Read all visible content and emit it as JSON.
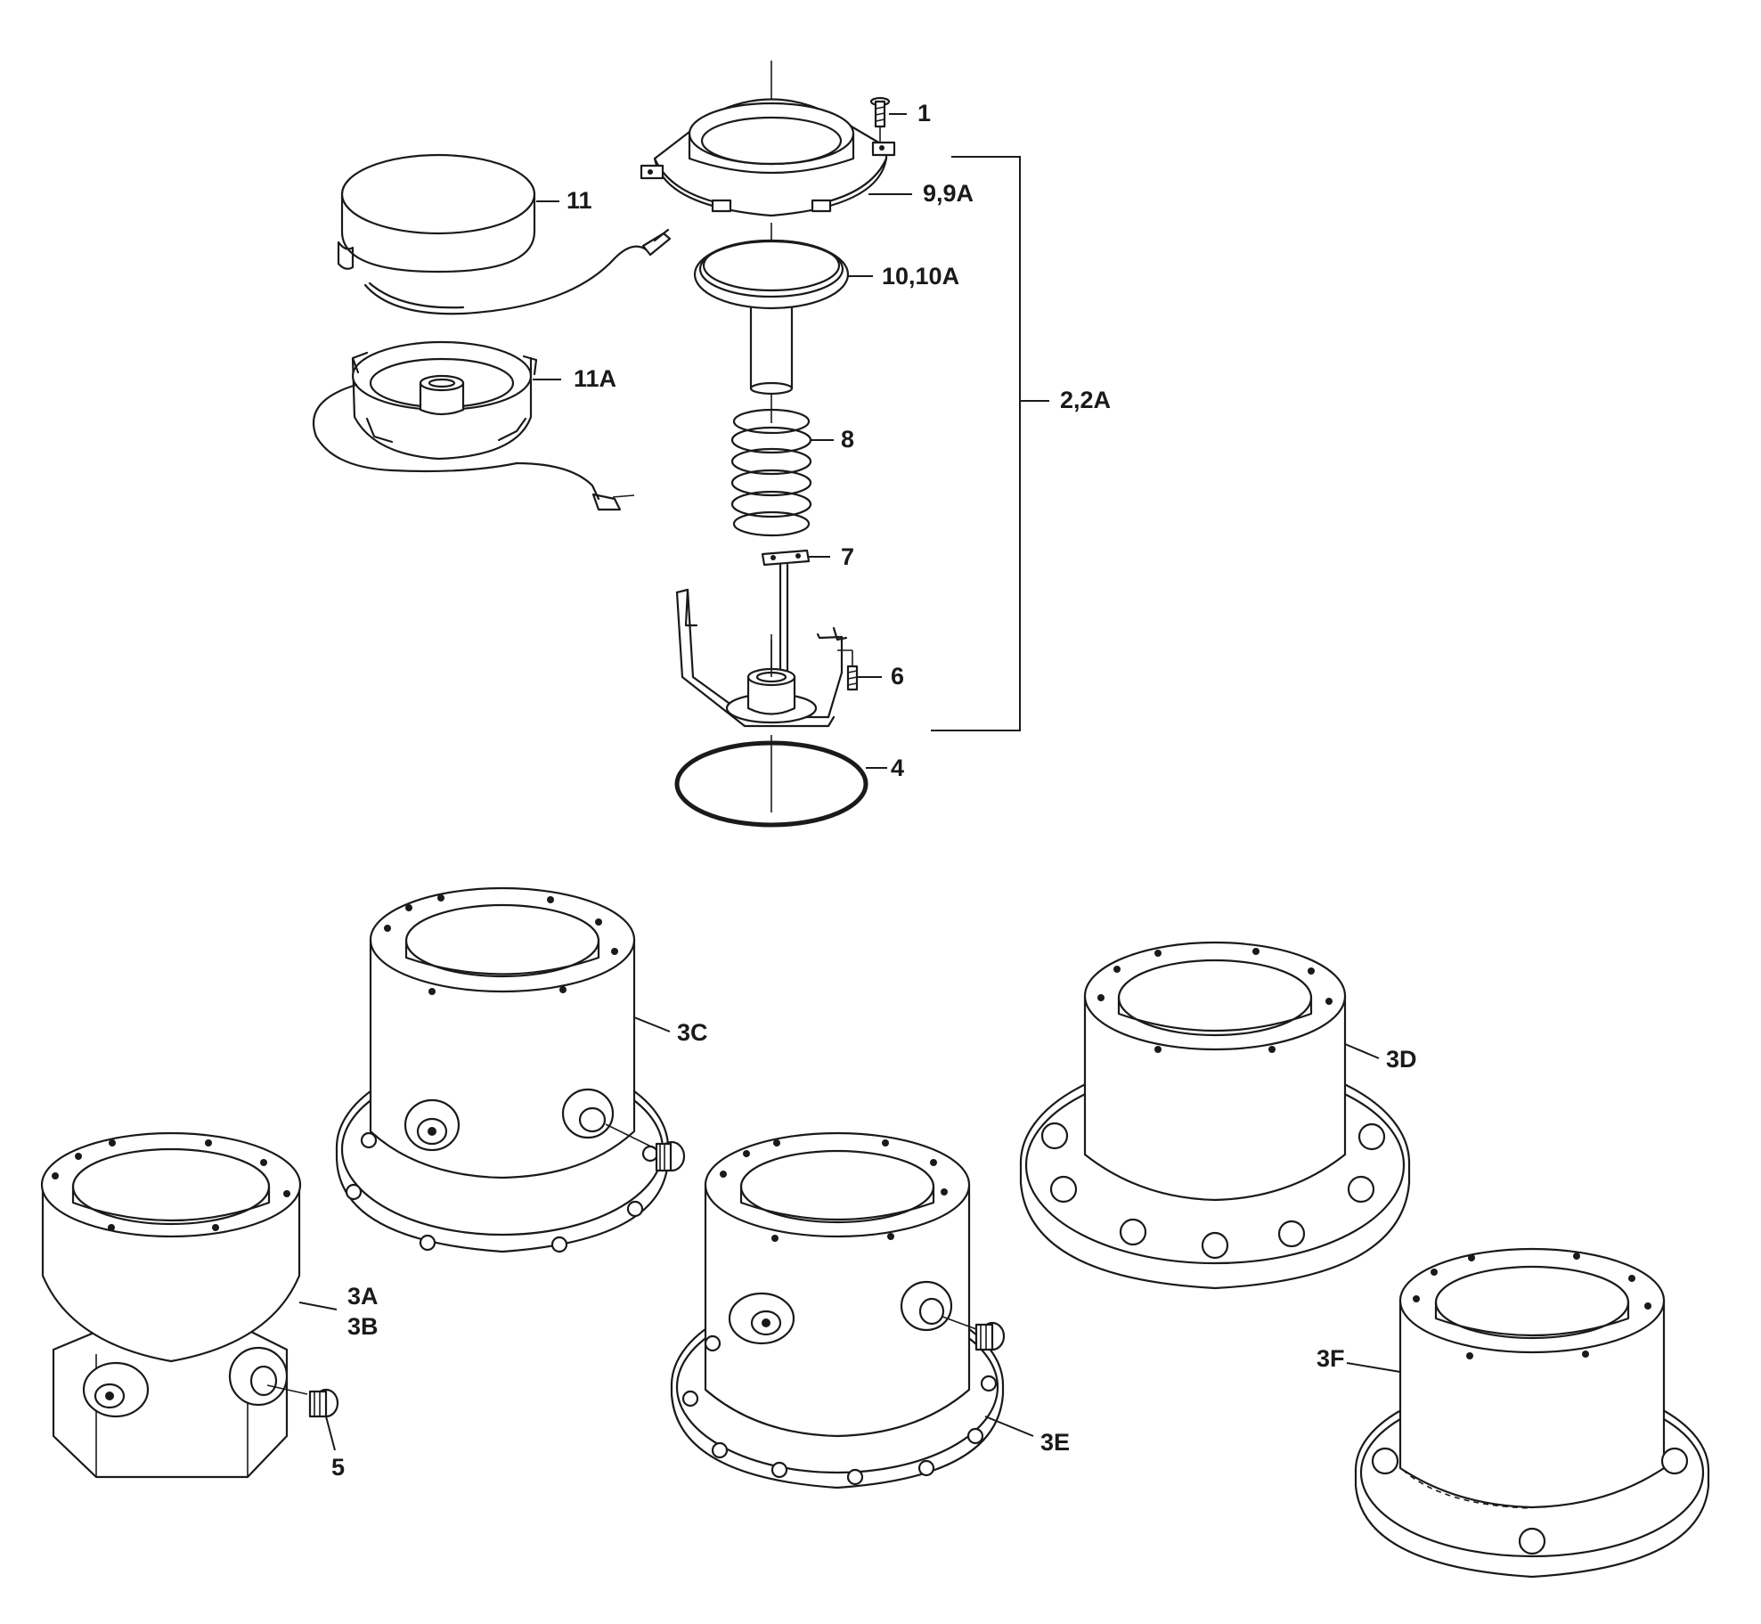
{
  "callouts": {
    "c1": "1",
    "c9": "9,9A",
    "c11": "11",
    "c10": "10,10A",
    "c11a": "11A",
    "c2": "2,2A",
    "c8": "8",
    "c7": "7",
    "c6": "6",
    "c4": "4",
    "c3c": "3C",
    "c3d": "3D",
    "c3a": "3A",
    "c3b": "3B",
    "c3e": "3E",
    "c3f": "3F",
    "c5": "5"
  }
}
